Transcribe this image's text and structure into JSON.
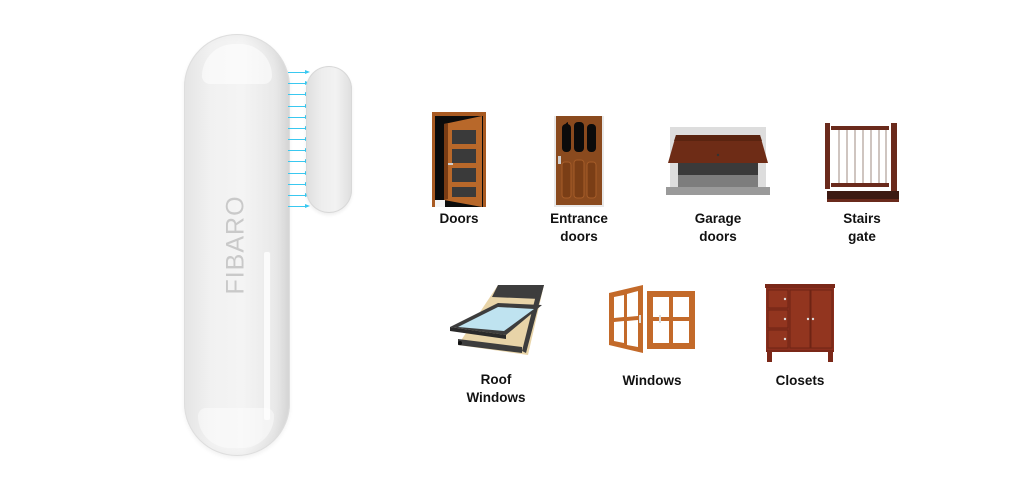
{
  "product": {
    "brand_text": "FIBARO",
    "device": "door-window-sensor",
    "field_line_color": "#39c8f0",
    "field_line_count": 13
  },
  "applications": {
    "row1": [
      {
        "icon": "open-door-icon",
        "label_line1": "Doors",
        "label_line2": ""
      },
      {
        "icon": "entrance-door-icon",
        "label_line1": "Entrance",
        "label_line2": "doors"
      },
      {
        "icon": "garage-door-icon",
        "label_line1": "Garage",
        "label_line2": "doors"
      },
      {
        "icon": "stairs-gate-icon",
        "label_line1": "Stairs",
        "label_line2": "gate"
      }
    ],
    "row2": [
      {
        "icon": "roof-window-icon",
        "label_line1": "Roof",
        "label_line2": "Windows"
      },
      {
        "icon": "window-icon",
        "label_line1": "Windows",
        "label_line2": ""
      },
      {
        "icon": "closet-icon",
        "label_line1": "Closets",
        "label_line2": ""
      }
    ]
  },
  "colors": {
    "wood": "#8a4a1e",
    "wood_dark": "#5c2e12",
    "wood_light": "#c06a2a",
    "cabinet": "#8b2f1e",
    "label_text": "#111111"
  }
}
